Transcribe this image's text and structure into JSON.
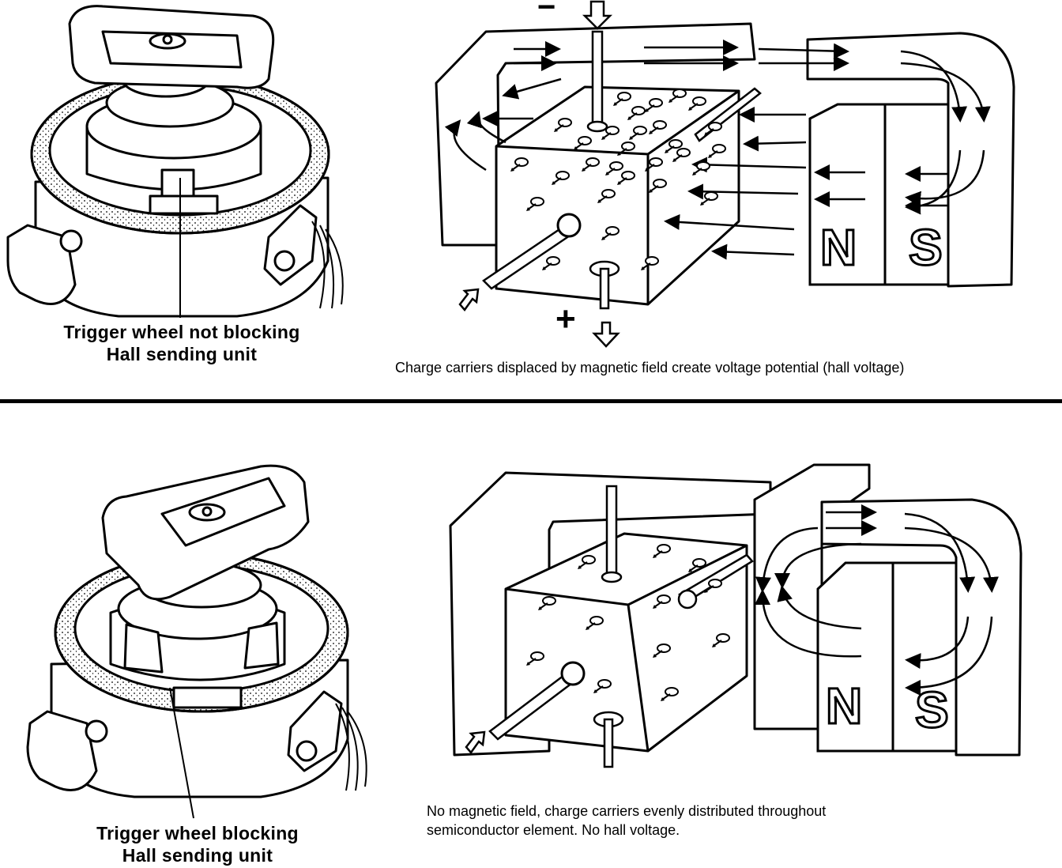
{
  "top": {
    "distributor_label_line1": "Trigger wheel not blocking",
    "distributor_label_line2": "Hall sending unit",
    "caption": "Charge carriers displaced by magnetic field create voltage potential (hall voltage)",
    "minus_sign": "−",
    "plus_sign": "+",
    "north_pole": "N",
    "south_pole": "S"
  },
  "bottom": {
    "distributor_label_line1": "Trigger wheel blocking",
    "distributor_label_line2": "Hall sending unit",
    "caption_line1": "No magnetic field, charge carriers evenly distributed throughout",
    "caption_line2": "semiconductor element. No hall voltage.",
    "north_pole": "N",
    "south_pole": "S"
  }
}
